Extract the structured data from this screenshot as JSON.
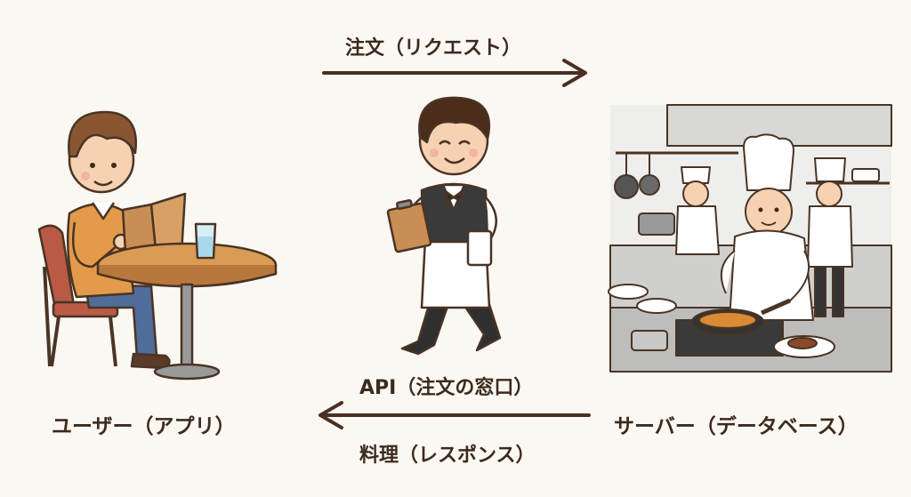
{
  "flow": {
    "request_label": "注文（リクエスト）",
    "response_label": "料理（レスポンス）"
  },
  "nodes": {
    "user": {
      "label": "ユーザー（アプリ）"
    },
    "api": {
      "label": "API（注文の窓口）"
    },
    "server": {
      "label": "サーバー（データベース）"
    }
  },
  "colors": {
    "text": "#3d2a1c",
    "arrow": "#4a2f22",
    "background": "#fbf8f3"
  }
}
